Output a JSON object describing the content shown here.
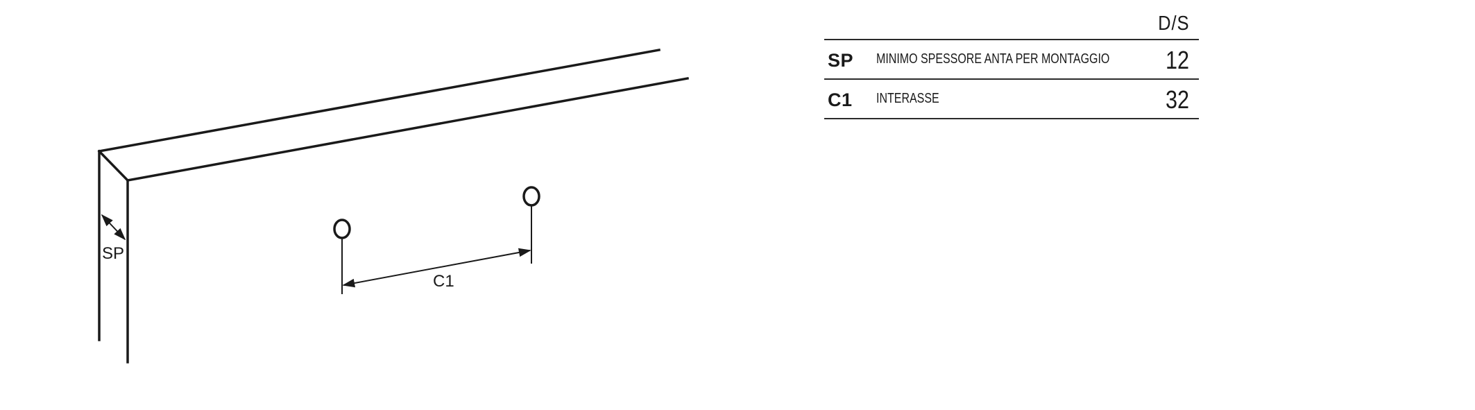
{
  "diagram": {
    "label_sp": "SP",
    "label_c1": "C1"
  },
  "spec_table": {
    "column_header": "D/S",
    "rows": [
      {
        "code": "SP",
        "description": "MINIMO SPESSORE ANTA PER MONTAGGIO",
        "value": "12"
      },
      {
        "code": "C1",
        "description": "INTERASSE",
        "value": "32"
      }
    ]
  },
  "colors": {
    "line": "#1a1a1a",
    "background": "#ffffff"
  }
}
